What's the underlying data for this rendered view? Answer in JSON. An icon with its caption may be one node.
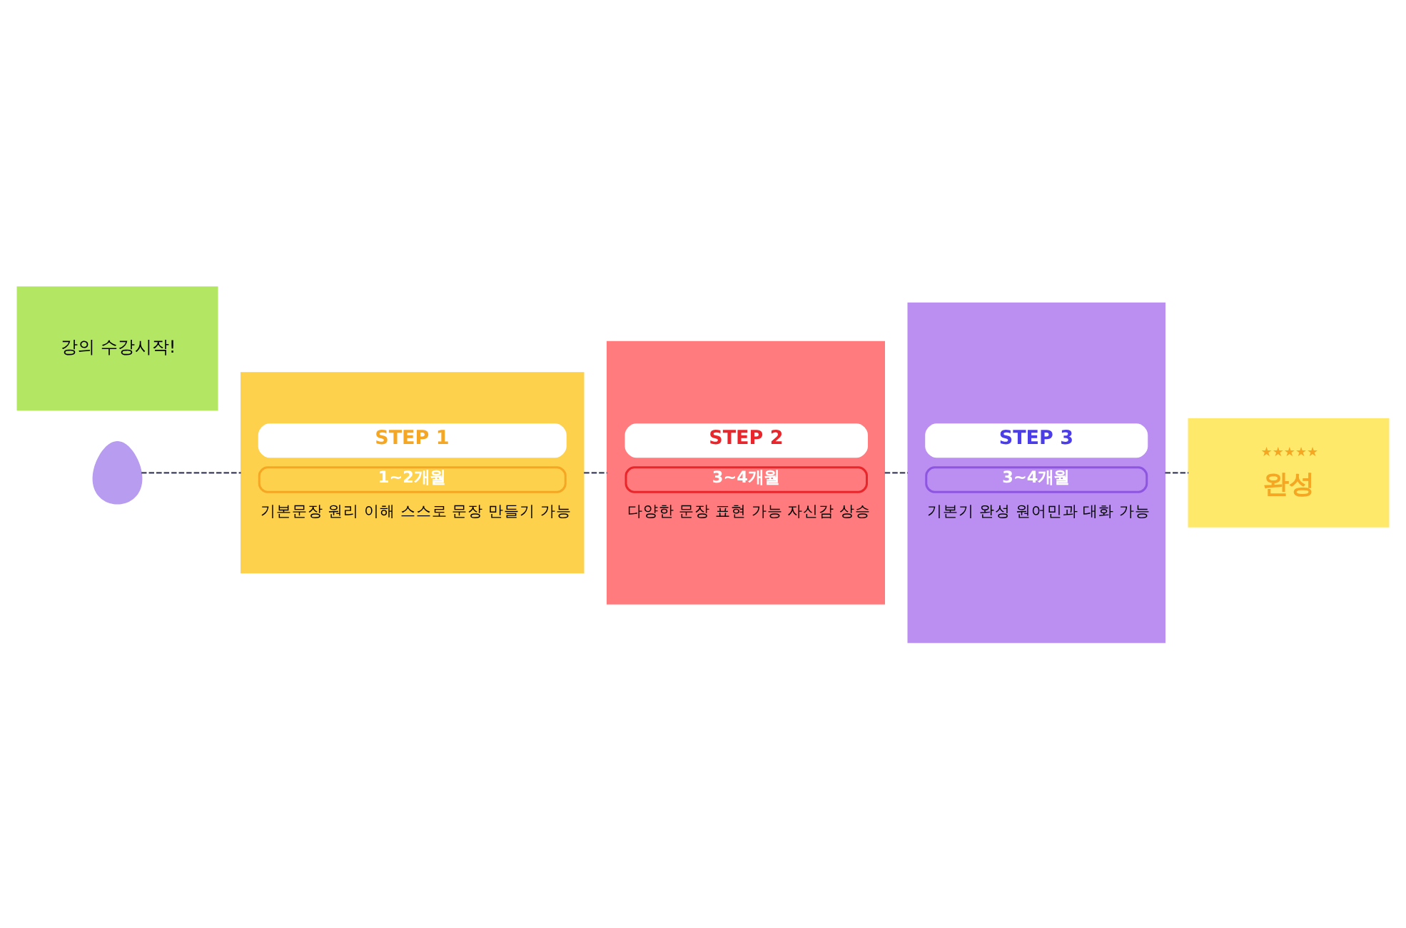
{
  "diagram": {
    "nodes": [
      {
        "text": [],
        "shape": "person"
      },
      {
        "text": [
          "강의 수강시작!"
        ]
      },
      {
        "text": [
          "STEP 1",
          "1~2개월",
          "기본문장 원리 이해 스스로 문장 만들기 가능"
        ]
      },
      {
        "text": [
          "STEP 2",
          "3~4개월",
          "다양한 문장 표현 가능 자신감 상승"
        ]
      },
      {
        "text": [
          "STEP 3",
          "3~4개월",
          "기본기 완성 원어민과 대화 가능"
        ]
      },
      {
        "text": [
          "★★★★★",
          "완성"
        ]
      }
    ],
    "edges": [
      {
        "from": 0,
        "to": 2,
        "arrow": "none",
        "style": "dashed"
      },
      {
        "from": 2,
        "to": 3,
        "arrow": "none",
        "style": "dashed"
      },
      {
        "from": 3,
        "to": 4,
        "arrow": "none",
        "style": "dashed"
      },
      {
        "from": 4,
        "to": 5,
        "arrow": "none",
        "style": "dashed"
      }
    ]
  }
}
